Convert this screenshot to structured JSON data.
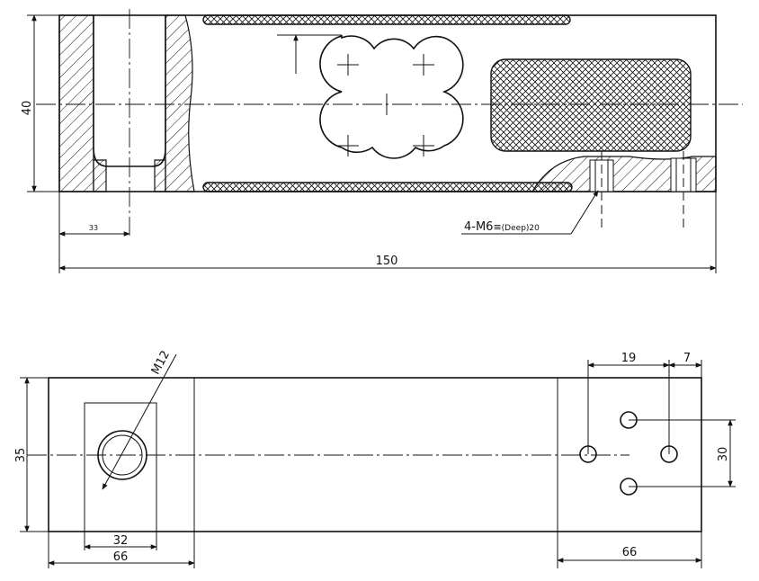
{
  "front_view": {
    "height_label": "40",
    "small_dim_label": "33",
    "length_label": "150",
    "thread_note": "4-M6",
    "thread_symbol": "≡",
    "thread_depth": "(Deep)20"
  },
  "top_view": {
    "width_label": "35",
    "hole_label": "M12",
    "pad_inner_label": "32",
    "pad_outer_label": "66",
    "right_pad_label": "66",
    "hole_spacing_19": "19",
    "hole_spacing_7": "7",
    "hole_spacing_30": "30"
  }
}
